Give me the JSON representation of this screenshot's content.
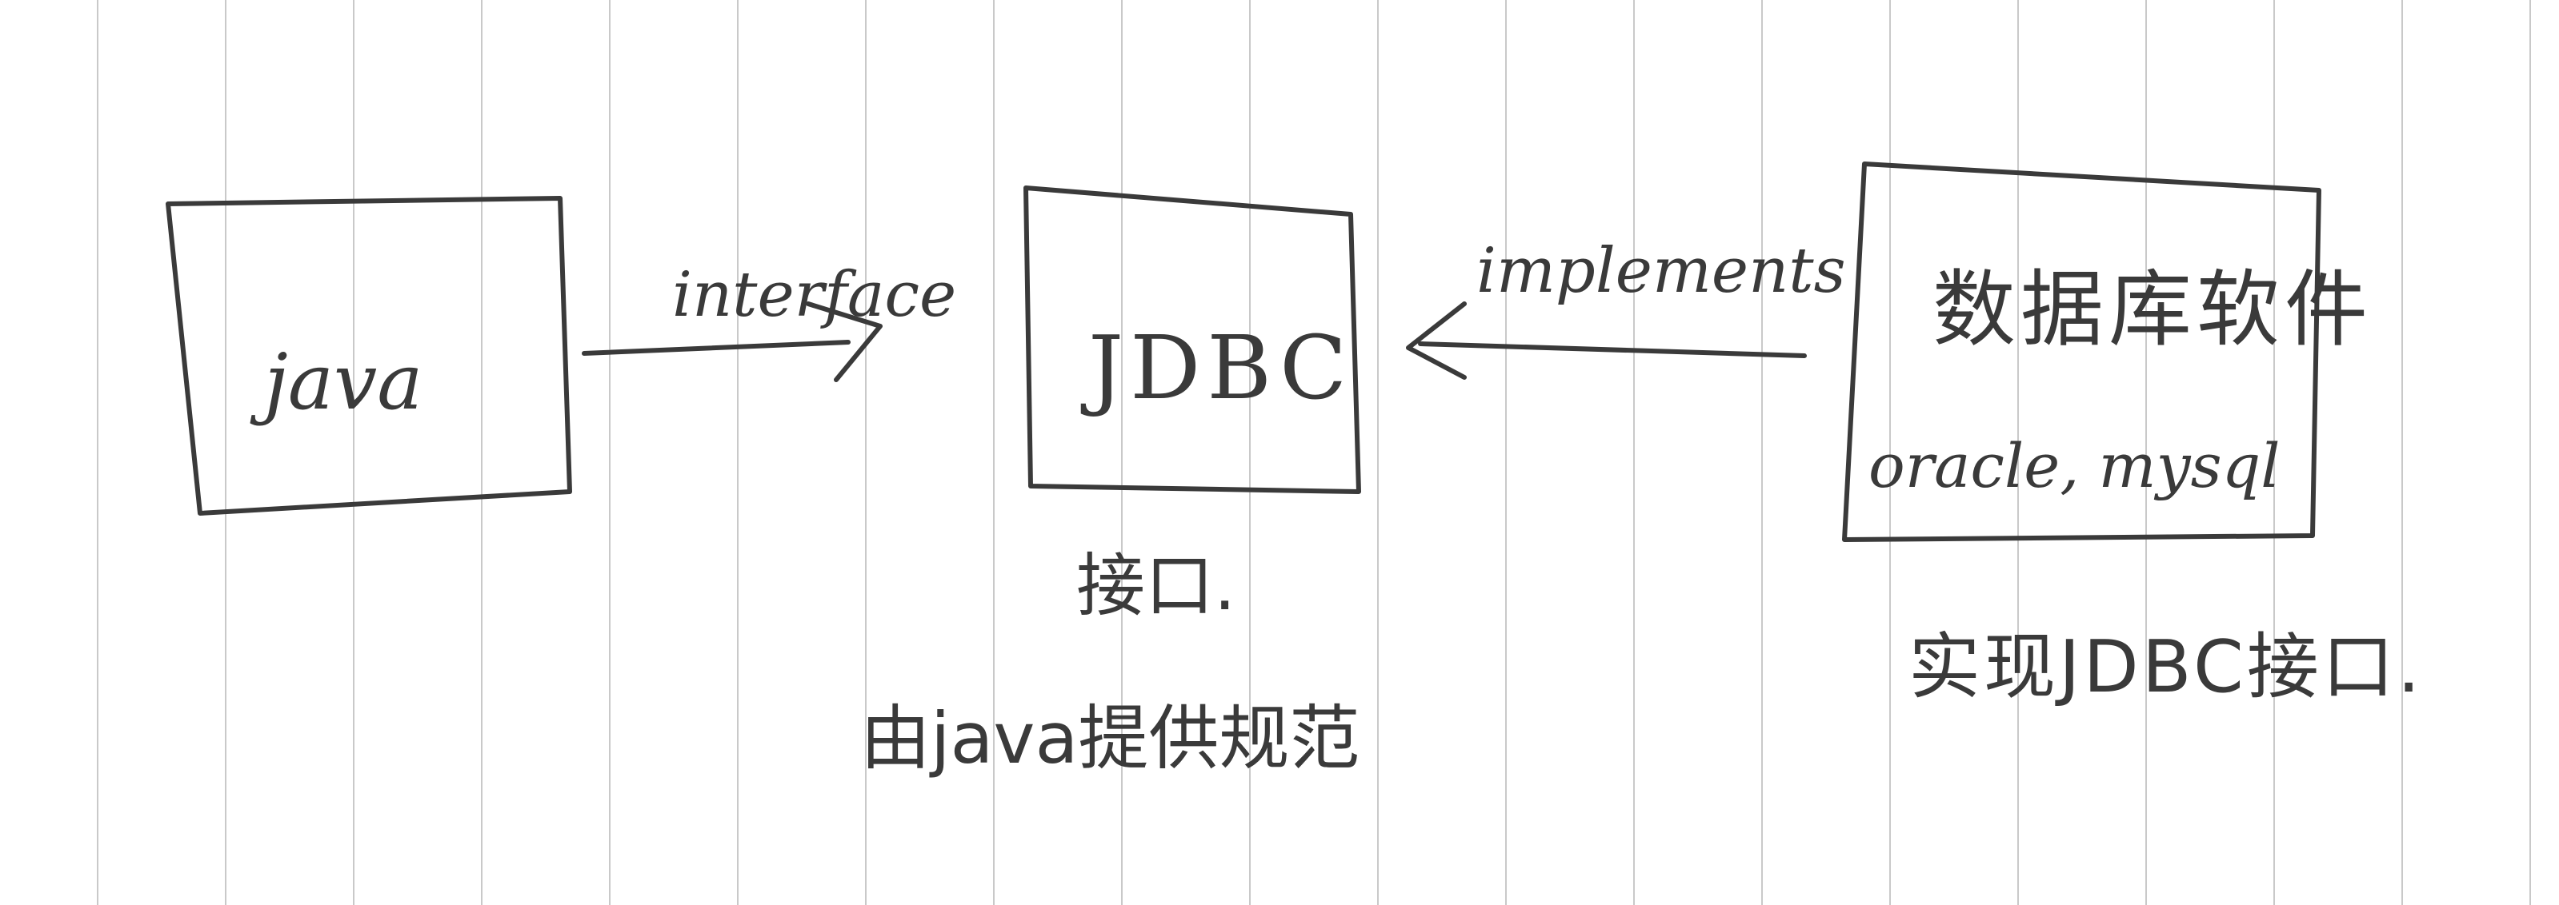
{
  "diagram": {
    "nodes": {
      "java": {
        "label": "java"
      },
      "jdbc": {
        "label": "JDBC",
        "note": "接口.",
        "subnote": "由java提供规范"
      },
      "db": {
        "title": "数据库软件",
        "examples": "oracle, mysql",
        "note": "实现JDBC接口."
      }
    },
    "edges": {
      "java_to_jdbc": {
        "label": "interface"
      },
      "db_to_jdbc": {
        "label": "implements"
      }
    }
  },
  "style": {
    "ink": "#3a3a3a",
    "paper_line": "#c9c9c9",
    "background": "#ffffff"
  }
}
